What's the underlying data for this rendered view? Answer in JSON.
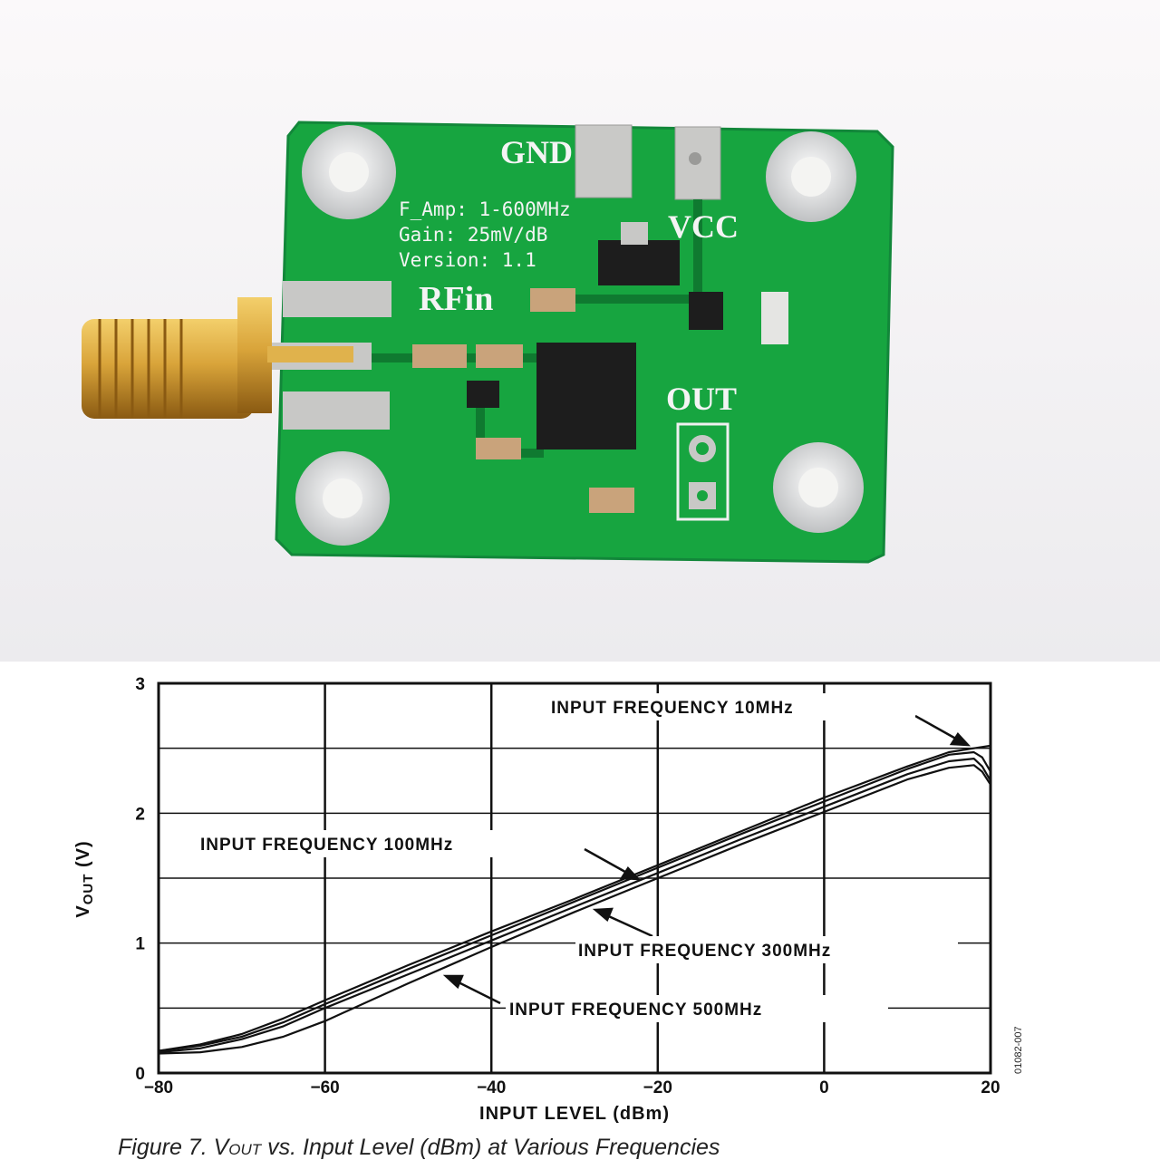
{
  "board": {
    "label_gnd": "GND",
    "label_vcc": "VCC",
    "label_rfin": "RFin",
    "label_out": "OUT",
    "spec_freq": "F_Amp: 1-600MHz",
    "spec_gain": "Gain: 25mV/dB",
    "spec_version": "Version: 1.1",
    "pcb_color": "#17a540",
    "connector_color": "#d9a43a"
  },
  "chart_data": {
    "type": "line",
    "xlabel": "INPUT LEVEL (dBm)",
    "ylabel_main": "V",
    "ylabel_sub": "OUT",
    "ylabel_unit": "(V)",
    "xlim": [
      -80,
      20
    ],
    "ylim": [
      0,
      3
    ],
    "xticks": [
      -80,
      -60,
      -40,
      -20,
      0,
      20
    ],
    "xtick_labels": [
      "−80",
      "−60",
      "−40",
      "−20",
      "0",
      "20"
    ],
    "yticks": [
      0,
      1,
      2,
      3
    ],
    "ytick_labels": [
      "0",
      "1",
      "2",
      "3"
    ],
    "grid": true,
    "figure_code": "01082-007",
    "caption": {
      "prefix": "Figure 7. V",
      "sub": "OUT",
      "suffix": " vs. Input Level (dBm) at Various Frequencies"
    },
    "series": [
      {
        "name": "INPUT FREQUENCY 10MHz",
        "x": [
          -80,
          -75,
          -70,
          -65,
          -60,
          -50,
          -40,
          -30,
          -20,
          -10,
          0,
          10,
          15,
          18,
          20
        ],
        "y": [
          0.17,
          0.22,
          0.3,
          0.42,
          0.56,
          0.83,
          1.09,
          1.34,
          1.6,
          1.86,
          2.12,
          2.36,
          2.47,
          2.5,
          2.52
        ]
      },
      {
        "name": "INPUT FREQUENCY 100MHz",
        "x": [
          -80,
          -75,
          -70,
          -65,
          -60,
          -50,
          -40,
          -30,
          -20,
          -10,
          0,
          10,
          15,
          18,
          19,
          20
        ],
        "y": [
          0.17,
          0.21,
          0.28,
          0.39,
          0.53,
          0.8,
          1.06,
          1.32,
          1.58,
          1.84,
          2.09,
          2.34,
          2.45,
          2.47,
          2.43,
          2.32
        ]
      },
      {
        "name": "INPUT FREQUENCY 300MHz",
        "x": [
          -80,
          -75,
          -70,
          -65,
          -60,
          -50,
          -40,
          -30,
          -20,
          -10,
          0,
          10,
          15,
          18,
          19,
          20
        ],
        "y": [
          0.16,
          0.19,
          0.26,
          0.36,
          0.5,
          0.76,
          1.02,
          1.28,
          1.54,
          1.8,
          2.05,
          2.3,
          2.4,
          2.42,
          2.36,
          2.25
        ]
      },
      {
        "name": "INPUT FREQUENCY 500MHz",
        "x": [
          -80,
          -75,
          -70,
          -65,
          -60,
          -50,
          -40,
          -30,
          -20,
          -10,
          0,
          10,
          15,
          18,
          19,
          20
        ],
        "y": [
          0.15,
          0.16,
          0.2,
          0.28,
          0.4,
          0.69,
          0.97,
          1.24,
          1.5,
          1.76,
          2.01,
          2.26,
          2.35,
          2.37,
          2.32,
          2.22
        ]
      }
    ]
  }
}
